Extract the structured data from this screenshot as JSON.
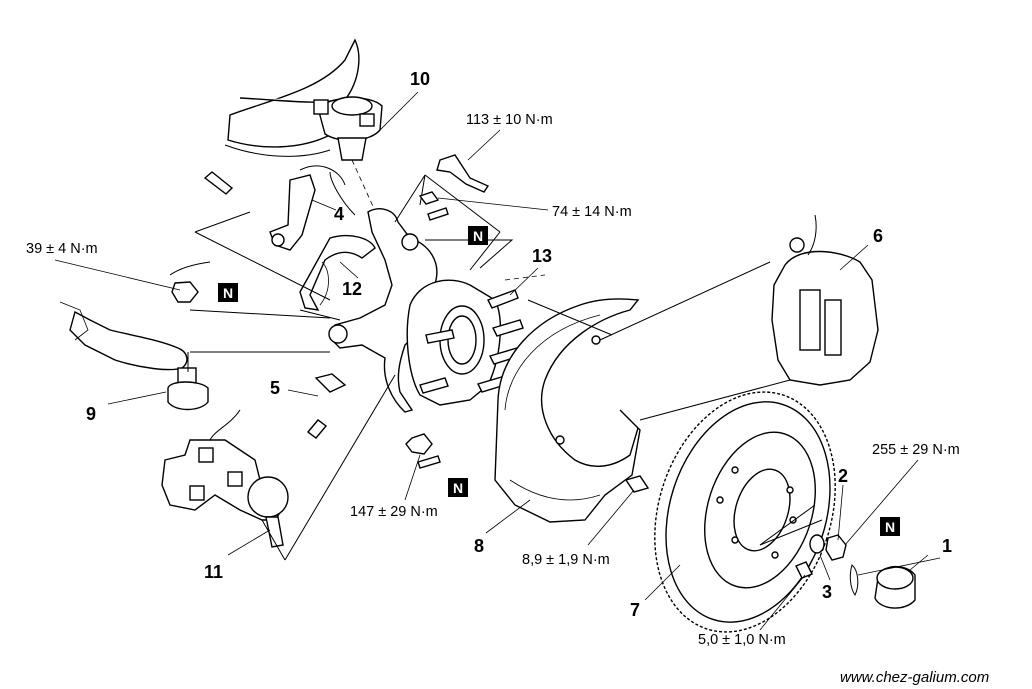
{
  "diagram": {
    "callouts": {
      "c1": "1",
      "c2": "2",
      "c3": "3",
      "c4": "4",
      "c5": "5",
      "c6": "6",
      "c7": "7",
      "c8": "8",
      "c9": "9",
      "c10": "10",
      "c11": "11",
      "c12": "12",
      "c13": "13"
    },
    "torques": {
      "t113": "113 ± 10 N·m",
      "t74": "74 ± 14 N·m",
      "t39": "39 ± 4 N·m",
      "t255": "255 ± 29 N·m",
      "t147": "147 ± 29 N·m",
      "t89": "8,9 ± 1,9 N·m",
      "t50": "5,0 ± 1,0 N·m"
    },
    "badge_label": "N",
    "footer": "www.chez-galium.com"
  }
}
